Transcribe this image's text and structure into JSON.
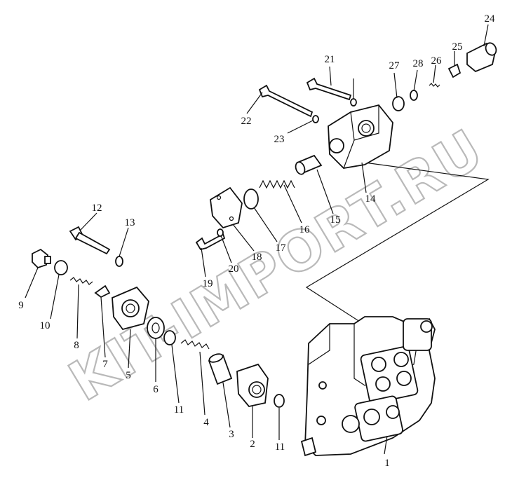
{
  "watermark": "KIT-IMPORT.RU",
  "callouts": [
    "1",
    "2",
    "3",
    "4",
    "5",
    "6",
    "7",
    "8",
    "9",
    "10",
    "11",
    "11",
    "12",
    "13",
    "14",
    "15",
    "16",
    "17",
    "18",
    "19",
    "20",
    "21",
    "22",
    "23",
    "24",
    "25",
    "26",
    "27",
    "28"
  ]
}
